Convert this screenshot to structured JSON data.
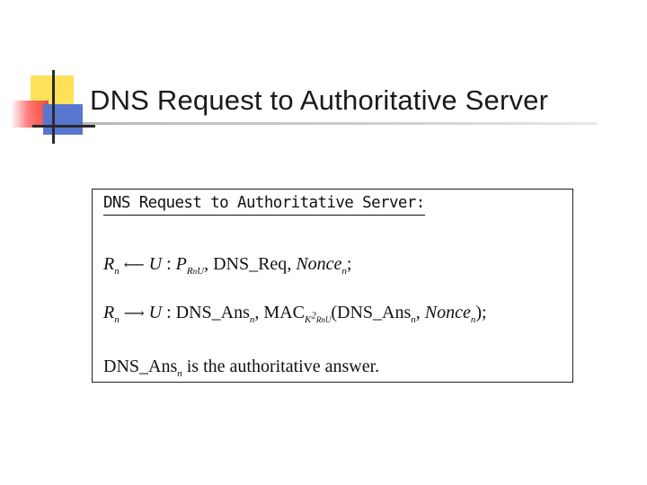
{
  "slide": {
    "title": "DNS Request to Authoritative Server"
  },
  "box": {
    "heading": "DNS Request to Authoritative Server:",
    "line1": {
      "lhs": "R",
      "lhs_sub": "n",
      "arrow": "⟵",
      "rhs": "U",
      "colon": ":",
      "p": "P",
      "p_sub": "R",
      "p_sub_sub": "n",
      "p_sub_tail": "U",
      "comma1": ",",
      "req": "DNS_Req",
      "comma2": ",",
      "nonce": "Nonce",
      "nonce_sub": "n",
      "end": ";"
    },
    "line2": {
      "lhs": "R",
      "lhs_sub": "n",
      "arrow": "⟶",
      "rhs": "U",
      "colon": ":",
      "ans": "DNS_Ans",
      "ans_sub": "n",
      "comma1": ",",
      "mac": "MAC",
      "mac_k": "K",
      "mac_k_sup": "2",
      "mac_k_sub": "R",
      "mac_k_sub_sub": "n",
      "mac_k_sub_tail": "U",
      "open": "(",
      "ans2": "DNS_Ans",
      "ans2_sub": "n",
      "comma2": ",",
      "nonce": "Nonce",
      "nonce_sub": "n",
      "close": ");"
    },
    "line3": {
      "ans": "DNS_Ans",
      "ans_sub": "n",
      "rest": " is the authoritative answer."
    }
  },
  "colors": {
    "logo_yellow": "#ffe15a",
    "logo_red": "#e83a3a",
    "logo_blue": "#5876cf"
  }
}
